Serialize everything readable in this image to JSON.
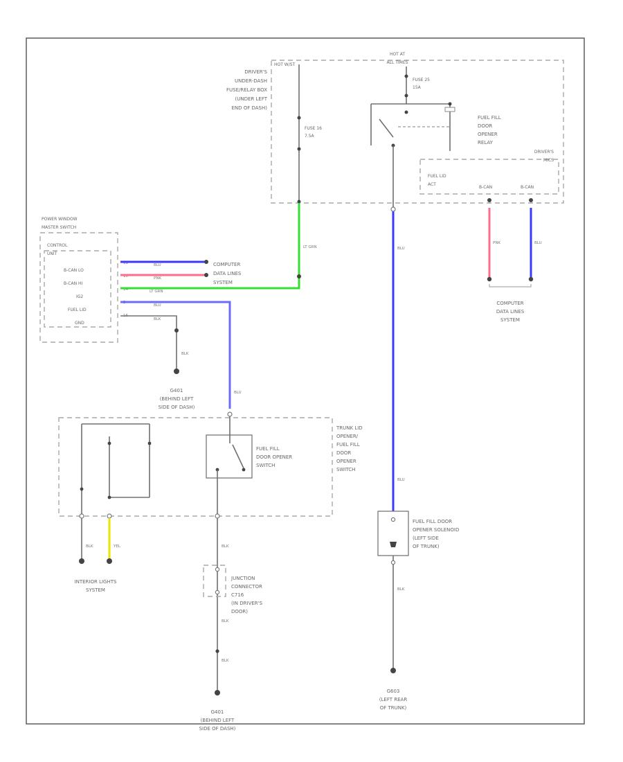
{
  "diagram": {
    "frame_id": "",
    "top_fuse_block": {
      "location_label": "DRIVER'S UNDER-DASH FUSE/RELAY BOX (UNDER LEFT END OF DASH)",
      "location_lines": [
        "DRIVER'S",
        "UNDER-DASH",
        "FUSE/RELAY BOX",
        "(UNDER LEFT",
        "END OF DASH)"
      ],
      "hot_label": "HOT AT ALL TIMES",
      "hot_lines": [
        "HOT AT",
        "ALL TIMES"
      ],
      "hot_left_label": "HOT W/ST",
      "fuse_a": [
        "FUSE 16",
        "7.5A"
      ],
      "fuse_b": [
        "FUSE 25",
        "15A"
      ],
      "relay_label": [
        "FUEL FILL",
        "DOOR",
        "OPENER",
        "RELAY"
      ],
      "mics_label": [
        "DRIVER'S",
        "MICS"
      ],
      "mics_inner": [
        "FUEL LID",
        "ACT"
      ],
      "bcan_left": "B-CAN",
      "bcan_right": "B-CAN"
    },
    "switch_unit": {
      "title_lines": [
        "POWER WINDOW",
        "MASTER SWITCH"
      ],
      "unit_label": [
        "CONTROL",
        "UNIT"
      ],
      "pins": [
        "B-CAN LO",
        "B-CAN HI",
        "IG2",
        "FUEL LID",
        "GND"
      ],
      "pin_numbers": [
        "11",
        "10",
        "14",
        "5",
        "16"
      ]
    },
    "computer_data_lines": {
      "left": [
        "COMPUTER",
        "DATA LINES",
        "SYSTEM"
      ],
      "right": [
        "COMPUTER",
        "DATA LINES",
        "SYSTEM"
      ]
    },
    "wires": [
      {
        "label": "BLU",
        "color": "#3a3aff"
      },
      {
        "label": "PNK",
        "color": "#ff6b8b"
      },
      {
        "label": "LT GRN",
        "color": "#33dd33"
      },
      {
        "label": "BLU",
        "color": "#6a6aff"
      },
      {
        "label": "BLK",
        "color": "#707070"
      },
      {
        "label": "YEL",
        "color": "#e6e600"
      }
    ],
    "ground_labels": {
      "g_left": [
        "G401",
        "(BEHIND LEFT",
        "SIDE OF DASH)"
      ],
      "g_mid": [
        "G401",
        "(BEHIND LEFT",
        "SIDE OF DASH)"
      ],
      "g_right": [
        "G603",
        "(LEFT REAR",
        "OF TRUNK)"
      ]
    },
    "trunk_switch": {
      "outer_label": [
        "TRUNK LID",
        "OPENER/",
        "FUEL FILL",
        "DOOR",
        "OPENER",
        "SWITCH"
      ],
      "inner_label": [
        "FUEL FILL",
        "DOOR OPENER",
        "SWITCH"
      ]
    },
    "interior_lights": [
      "INTERIOR LIGHTS",
      "SYSTEM"
    ],
    "junction": [
      "JUNCTION",
      "CONNECTOR",
      "C716",
      "(IN DRIVER'S",
      "DOOR)"
    ],
    "solenoid": [
      "FUEL FILL DOOR",
      "OPENER SOLENOID",
      "(LEFT SIDE",
      "OF TRUNK)"
    ]
  }
}
